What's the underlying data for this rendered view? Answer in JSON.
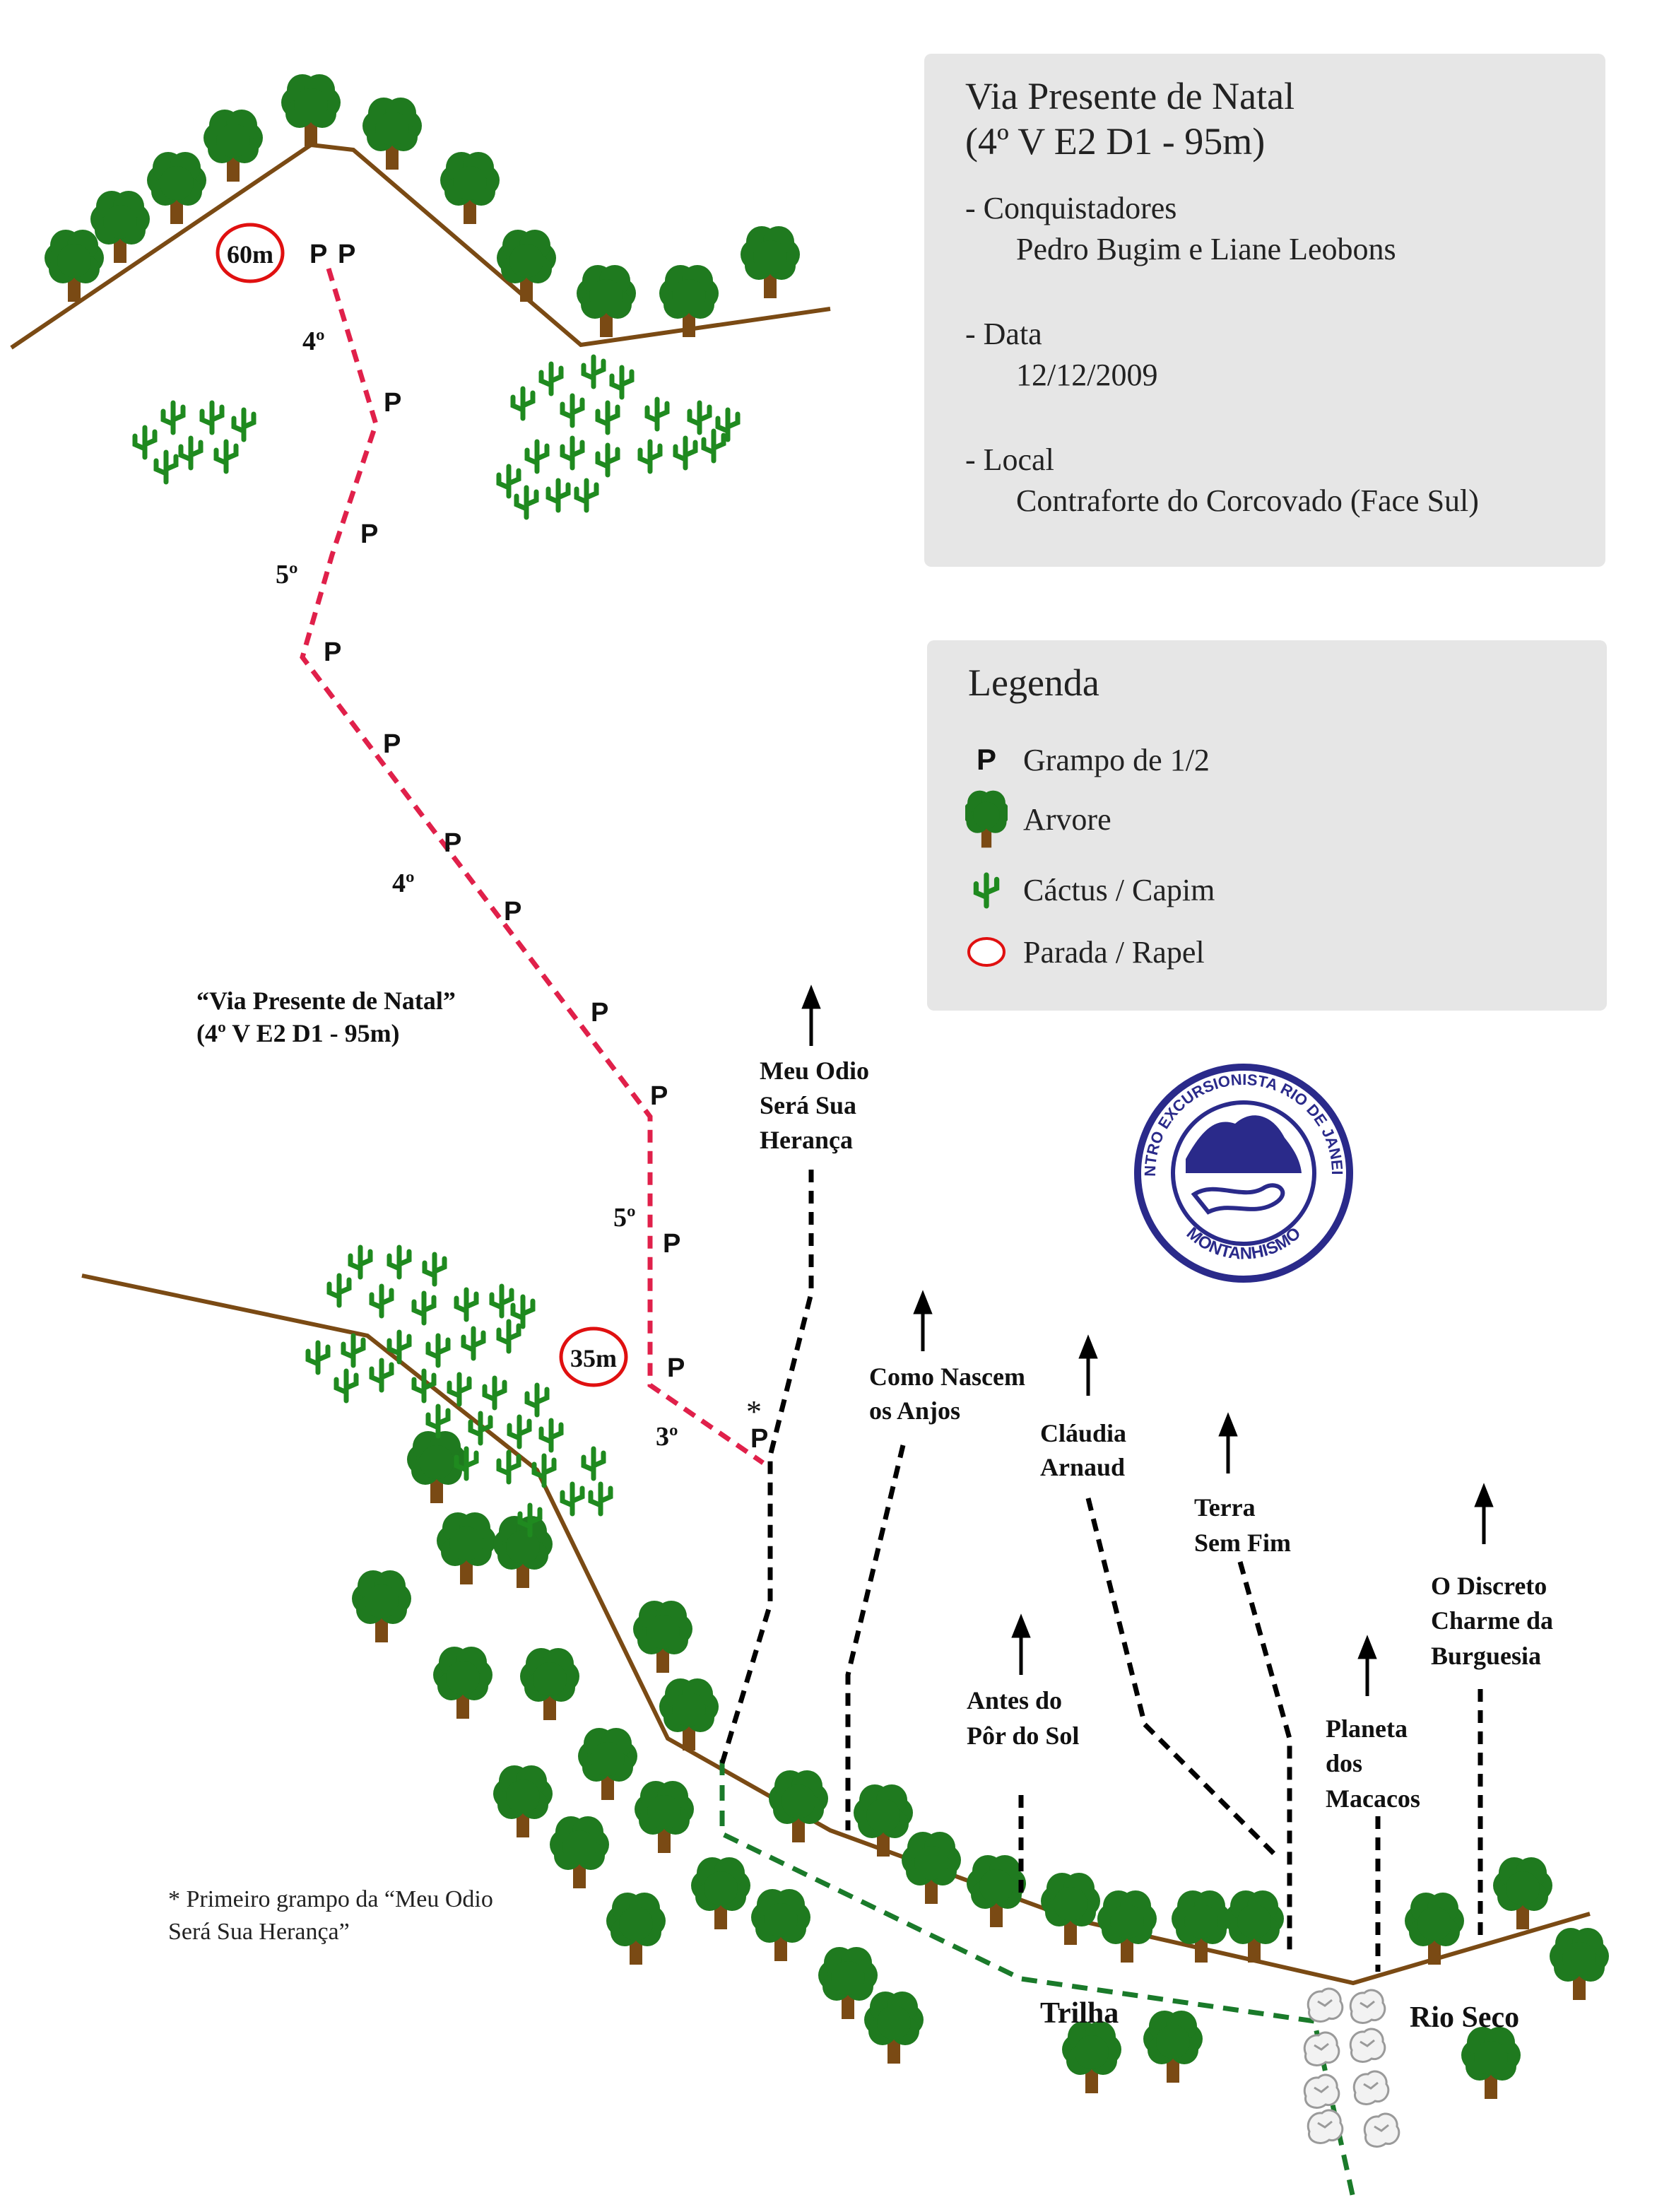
{
  "info": {
    "title": "Via Presente de Natal",
    "grade": "(4º V E2 D1 - 95m)",
    "conquistadores_label": "- Conquistadores",
    "conquistadores_value": "Pedro Bugim e Liane Leobons",
    "data_label": "- Data",
    "data_value": "12/12/2009",
    "local_label": "- Local",
    "local_value": "Contraforte do Corcovado (Face Sul)"
  },
  "legend": {
    "title": "Legenda",
    "items": [
      {
        "icon": "bolt-icon",
        "label": "Grampo de 1/2"
      },
      {
        "icon": "tree-icon",
        "label": "Arvore"
      },
      {
        "icon": "cactus-icon",
        "label": "Cáctus / Capim"
      },
      {
        "icon": "circle-icon",
        "label": "Parada / Rapel"
      }
    ]
  },
  "topo": {
    "route_name": "“Via Presente de Natal”",
    "route_grade": "(4º V E2 D1 - 95m)",
    "stations": [
      "60m",
      "35m"
    ],
    "pitch_grades": [
      "4º",
      "5º",
      "4º",
      "5º",
      "3º"
    ],
    "bolt_symbol": "P",
    "asterisk": "*",
    "footnote_line1": "* Primeiro grampo da “Meu Odio",
    "footnote_line2": "Será Sua Herança”",
    "trail_label": "Trilha",
    "river_label": "Rio Seco"
  },
  "routes": [
    {
      "lines": [
        "Meu Odio",
        "Será Sua",
        "Herança"
      ]
    },
    {
      "lines": [
        "Como Nascem",
        "os Anjos"
      ]
    },
    {
      "lines": [
        "Cláudia",
        "Arnaud"
      ]
    },
    {
      "lines": [
        "Terra",
        "Sem Fim"
      ]
    },
    {
      "lines": [
        "Antes do",
        "Pôr do Sol"
      ]
    },
    {
      "lines": [
        "Planeta",
        "dos",
        "Macacos"
      ]
    },
    {
      "lines": [
        "O Discreto",
        "Charme da",
        "Burguesia"
      ]
    }
  ],
  "logo": {
    "text_top": "CENTRO EXCURSIONISTA RIO DE JANEIRO",
    "text_bottom": "MONTANHISMO"
  },
  "colors": {
    "ridge": "#7a4a14",
    "tree_foliage": "#1f7a1f",
    "tree_trunk": "#7a4a14",
    "route": "#e0204a",
    "other_routes": "#000000",
    "trail": "#1a7a2a",
    "station": "#e01010",
    "logo": "#2a2a8a",
    "panel_bg": "#e6e6e6"
  }
}
